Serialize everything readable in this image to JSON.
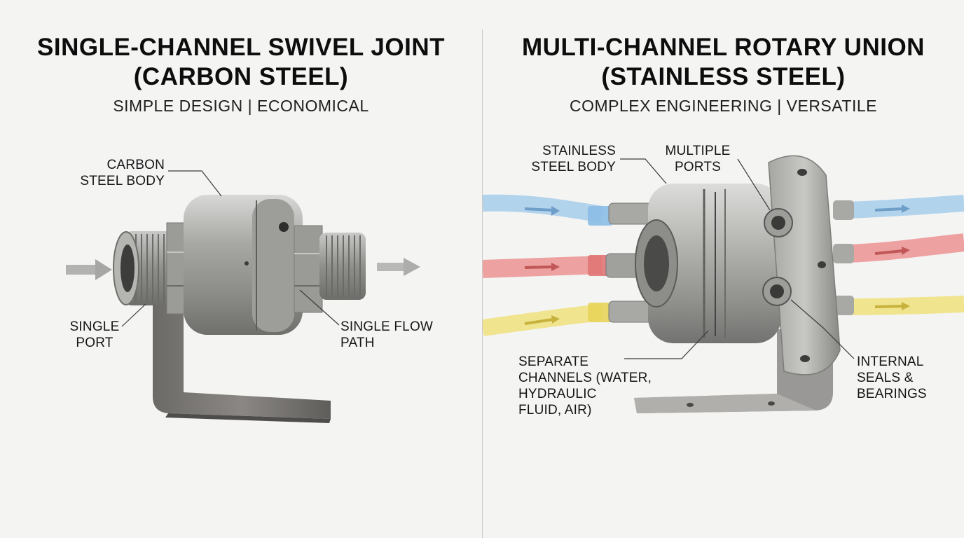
{
  "left_panel": {
    "title_line1": "SINGLE-CHANNEL SWIVEL JOINT",
    "title_line2": "(CARBON STEEL)",
    "subtitle": "SIMPLE DESIGN | ECONOMICAL",
    "callouts": {
      "body": [
        "CARBON",
        "STEEL BODY"
      ],
      "port": [
        "SINGLE",
        "PORT"
      ],
      "flow": [
        "SINGLE FLOW",
        "PATH"
      ]
    }
  },
  "right_panel": {
    "title_line1": "MULTI-CHANNEL ROTARY UNION",
    "title_line2": "(STAINLESS STEEL)",
    "subtitle": "COMPLEX ENGINEERING | VERSATILE",
    "callouts": {
      "body": [
        "STAINLESS",
        "STEEL BODY"
      ],
      "ports": [
        "MULTIPLE",
        "PORTS"
      ],
      "channels": [
        "SEPARATE",
        "CHANNELS (WATER,",
        "HYDRAULIC",
        "FLUID, AIR)"
      ],
      "seals": [
        "INTERNAL",
        "SEALS &",
        "BEARINGS"
      ]
    }
  },
  "colors": {
    "background": "#f4f4f3",
    "metal": "#9a9a98",
    "water_hose": "#9cc7e8",
    "hydraulic_hose": "#e98a8a",
    "air_hose": "#eedd72",
    "arrow_gray": "#a9a9a9"
  }
}
